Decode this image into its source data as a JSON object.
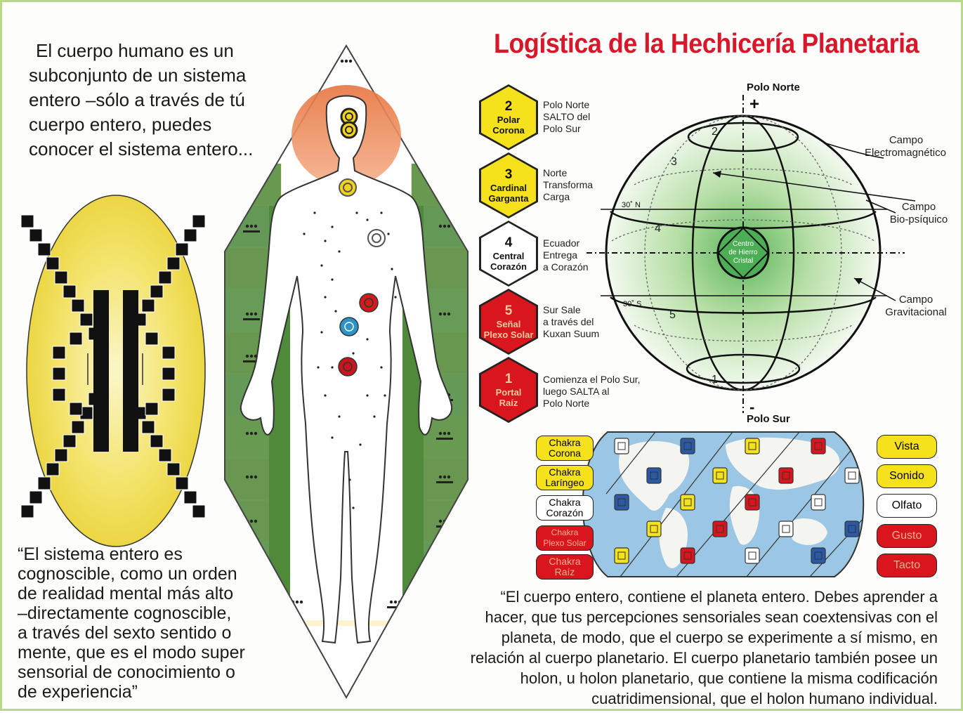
{
  "title": "Logística de la Hechicería Planetaria",
  "intro_lines": [
    "El cuerpo humano es un",
    "subconjunto de un sistema",
    "entero –sólo a través de tú",
    "cuerpo entero, puedes",
    "conocer el sistema entero..."
  ],
  "quote1_lines": [
    "“El sistema entero es",
    "cognoscible, como un orden",
    "de realidad mental más alto",
    "–directamente cognoscible,",
    "a través del sexto sentido o",
    "mente, que es el modo super",
    "sensorial de conocimiento o",
    "de experiencia”"
  ],
  "quote2_lines": [
    "“El cuerpo entero, contiene el planeta entero.  Debes aprender a",
    "hacer, que tus percepciones sensoriales sean coextensivas con el",
    "planeta, de modo, que el cuerpo se experimente a sí mismo, en",
    "relación al cuerpo planetario.  El cuerpo planetario también posee un",
    "holon, u holon planetario, que contiene la misma codificación",
    "cuatridimensional, que el holon humano individual."
  ],
  "hexagons": [
    {
      "num": "2",
      "label1": "Polar",
      "label2": "Corona",
      "color": "yellow",
      "desc": [
        "Polo Norte",
        "SALTO del",
        "Polo Sur"
      ]
    },
    {
      "num": "3",
      "label1": "Cardinal",
      "label2": "Garganta",
      "color": "yellow",
      "desc": [
        "Norte",
        "Transforma",
        "Carga"
      ]
    },
    {
      "num": "4",
      "label1": "Central",
      "label2": "Corazón",
      "color": "white",
      "desc": [
        "Ecuador",
        "Entrega",
        "a Corazón"
      ]
    },
    {
      "num": "5",
      "label1": "Señal",
      "label2": "Plexo Solar",
      "color": "red",
      "desc": [
        "Sur Sale",
        "a través del",
        "Kuxan Suum"
      ]
    },
    {
      "num": "1",
      "label1": "Portal",
      "label2": "Raíz",
      "color": "red",
      "desc": [
        "Comienza el Polo Sur,",
        "luego SALTA al",
        "Polo Norte"
      ]
    }
  ],
  "globe": {
    "north": "Polo Norte",
    "south": "Polo Sur",
    "plus": "+",
    "minus": "-",
    "lat_n": "30˚ N",
    "lat_s": "30˚ S",
    "center": [
      "Centro",
      "de Hierro",
      "Cristal"
    ],
    "zones": [
      "2",
      "3",
      "4",
      "5",
      "1"
    ],
    "fields": [
      [
        "Campo",
        "Electromagnético"
      ],
      [
        "Campo",
        "Bio-psíquico"
      ],
      [
        "Campo",
        "Gravitacional"
      ]
    ]
  },
  "chakras": [
    {
      "l1": "Chakra",
      "l2": "Corona",
      "color": "y"
    },
    {
      "l1": "Chakra",
      "l2": "Laríngeo",
      "color": "y"
    },
    {
      "l1": "Chakra",
      "l2": "Corazón",
      "color": "w"
    },
    {
      "l1": "Chakra",
      "l2": "Plexo Solar",
      "color": "r"
    },
    {
      "l1": "Chakra",
      "l2": "Raíz",
      "color": "r"
    }
  ],
  "senses": [
    {
      "label": "Vista",
      "color": "y"
    },
    {
      "label": "Sonido",
      "color": "y"
    },
    {
      "label": "Olfato",
      "color": "w"
    },
    {
      "label": "Gusto",
      "color": "r"
    },
    {
      "label": "Tacto",
      "color": "r"
    }
  ],
  "colors": {
    "title_red": "#d8182a",
    "yellow": "#f6e21c",
    "red": "#d9161d",
    "green_band": "#4f8a3b",
    "map_blue": "#9cc7e4"
  }
}
